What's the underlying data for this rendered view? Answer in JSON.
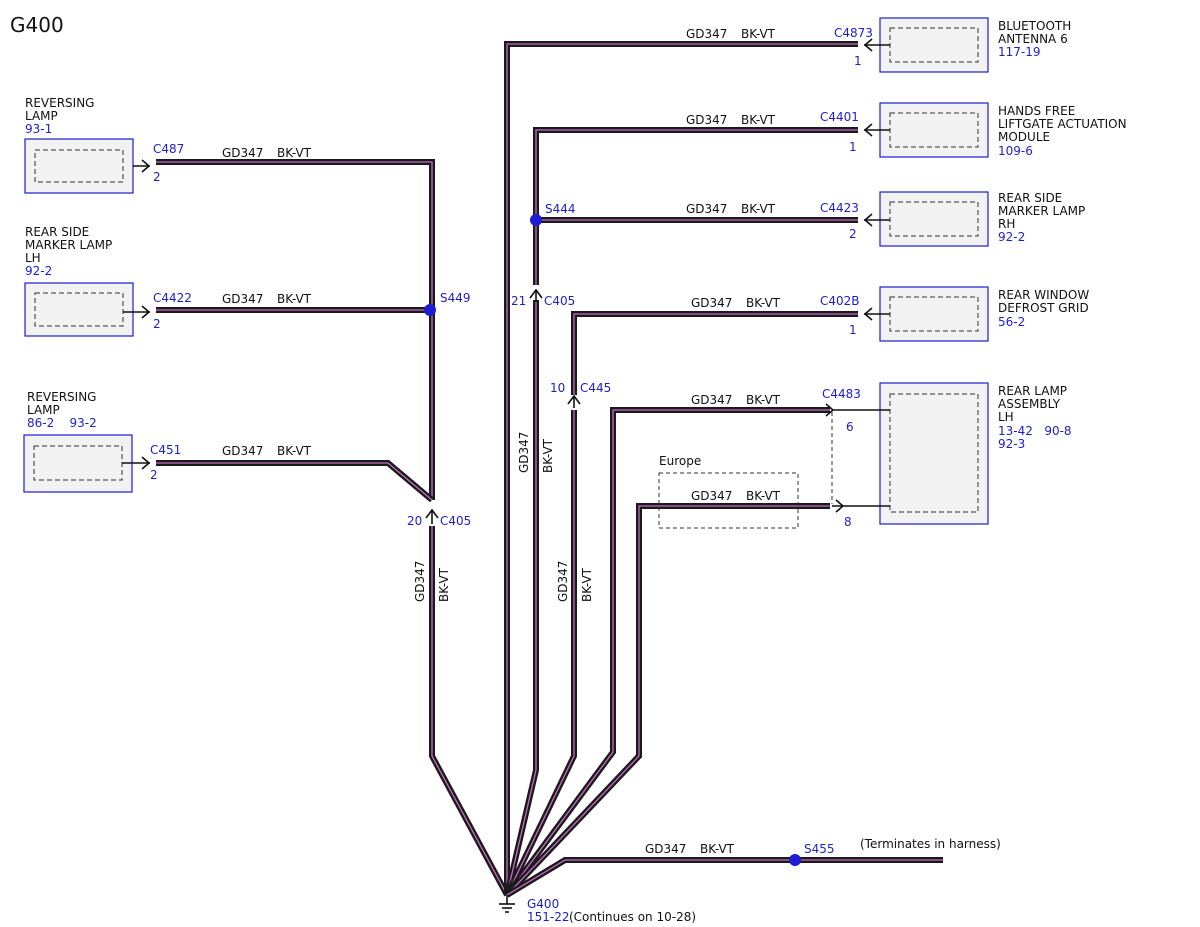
{
  "page_title": "G400",
  "colors": {
    "wire_outer": "#1a1a1a",
    "wire_inner": "#c66bc6",
    "ref_blue": "#1d1dd1",
    "component_fill": "#f2f2f2"
  },
  "wire": {
    "circuit": "GD347",
    "color": "BK-VT"
  },
  "components": {
    "reversing_lamp_1": {
      "name_lines": [
        "REVERSING",
        "LAMP"
      ],
      "ref": "93-1",
      "connector": "C487",
      "pin": "2"
    },
    "rear_side_marker_lh": {
      "name_lines": [
        "REAR SIDE",
        "MARKER LAMP",
        "LH"
      ],
      "ref": "92-2",
      "connector": "C4422",
      "pin": "2"
    },
    "reversing_lamp_2": {
      "name_lines": [
        "REVERSING",
        "LAMP"
      ],
      "ref": "86-2    93-2",
      "connector": "C451",
      "pin": "2"
    },
    "bluetooth_antenna": {
      "name_lines": [
        "BLUETOOTH",
        "ANTENNA 6"
      ],
      "ref": "117-19",
      "connector": "C4873",
      "pin": "1"
    },
    "hands_free_liftgate": {
      "name_lines": [
        "HANDS FREE",
        "LIFTGATE ACTUATION",
        "MODULE"
      ],
      "ref": "109-6",
      "connector": "C4401",
      "pin": "1"
    },
    "rear_side_marker_rh": {
      "name_lines": [
        "REAR SIDE",
        "MARKER LAMP",
        "RH"
      ],
      "ref": "92-2",
      "connector": "C4423",
      "pin": "2"
    },
    "rear_window_defrost": {
      "name_lines": [
        "REAR WINDOW",
        "DEFROST GRID"
      ],
      "ref": "56-2",
      "connector": "C402B",
      "pin": "1"
    },
    "rear_lamp_assembly_lh": {
      "name_lines": [
        "REAR LAMP",
        "ASSEMBLY",
        "LH"
      ],
      "ref_lines": [
        "13-42   90-8",
        "92-3"
      ],
      "connector": "C4483",
      "pins": [
        "6",
        "8"
      ]
    }
  },
  "splices": {
    "s449": "S449",
    "s444": "S444",
    "s455": "S455"
  },
  "inline_connectors": {
    "c405_lower": {
      "name": "C405",
      "pin": "20"
    },
    "c405_upper": {
      "name": "C405",
      "pin": "21"
    },
    "c445": {
      "name": "C445",
      "pin": "10"
    }
  },
  "option_box": {
    "label": "Europe"
  },
  "ground": {
    "name": "G400",
    "ref": "151-22",
    "note": "(Continues on 10-28)"
  },
  "terminates_note": "(Terminates in harness)"
}
